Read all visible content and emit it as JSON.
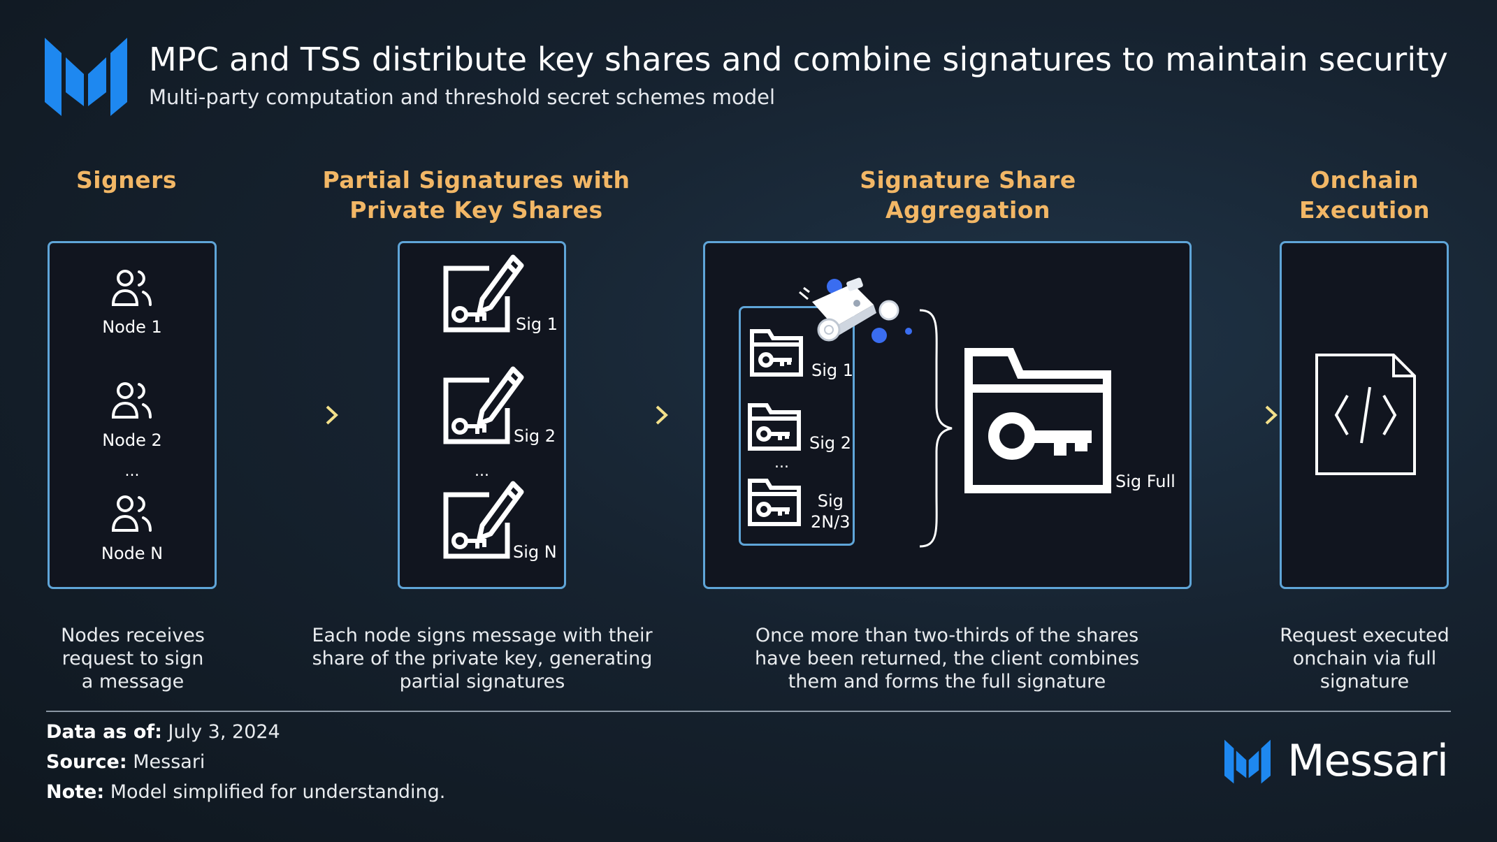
{
  "header": {
    "title": "MPC and TSS distribute key shares and combine signatures to maintain security",
    "subtitle": "Multi-party computation and threshold secret schemes model"
  },
  "columns": {
    "signers": {
      "heading_line1": "Signers",
      "nodes": [
        "Node 1",
        "Node 2",
        "Node N"
      ],
      "ellipsis": "...",
      "desc": [
        "Nodes receives",
        "request to sign",
        "a message"
      ]
    },
    "partial": {
      "heading_line1": "Partial Signatures with",
      "heading_line2": "Private Key Shares",
      "sigs": [
        "Sig 1",
        "Sig 2",
        "Sig N"
      ],
      "ellipsis": "...",
      "desc": [
        "Each node signs message with their",
        "share of the private key, generating",
        "partial signatures"
      ]
    },
    "aggregation": {
      "heading_line1": "Signature Share",
      "heading_line2": "Aggregation",
      "sigs": [
        "Sig 1",
        "Sig 2"
      ],
      "sig3_line1": "Sig",
      "sig3_line2": "2N/3",
      "ellipsis": "...",
      "full": "Sig Full",
      "desc": [
        "Once more than two-thirds of the shares",
        "have been returned, the client combines",
        "them and forms the full signature"
      ]
    },
    "onchain": {
      "heading_line1": "Onchain",
      "heading_line2": "Execution",
      "desc": [
        "Request executed",
        "onchain via full",
        "signature"
      ]
    }
  },
  "footer": {
    "data_label": "Data as of:",
    "data_value": " July 3, 2024",
    "source_label": "Source:",
    "source_value": " Messari",
    "note_label": "Note:",
    "note_value": " Model simplified for understanding.",
    "brand": "Messari"
  },
  "colors": {
    "accent_orange": "#f2b766",
    "box_border": "#5fa5d8",
    "logo_blue": "#1e88f0",
    "arrow_yellow": "#f3e08a"
  }
}
